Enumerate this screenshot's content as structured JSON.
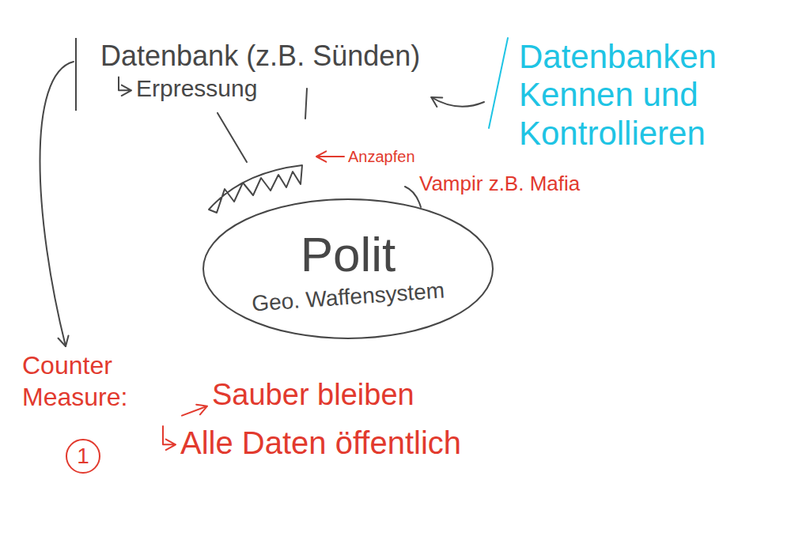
{
  "diagram": {
    "nodes": [
      {
        "text": [
          "Datenbank (z.B. Sünden)",
          "Erpressung"
        ]
      },
      {
        "text": [
          "Datenbanken Kennen und Kontrollieren"
        ]
      },
      {
        "text": [
          "Vampir z.B. Mafia"
        ]
      },
      {
        "text": [
          "Polit",
          "Geo. Waffensystem"
        ]
      },
      {
        "text": [
          "Counter Measure:",
          "Sauber bleiben",
          "Alle Daten öffentlich"
        ]
      }
    ],
    "edges": [
      {
        "from": 1,
        "to": 0,
        "arrow": "to"
      },
      {
        "from": 0,
        "to": 2,
        "arrow": "none"
      },
      {
        "from": 0,
        "to": 4,
        "arrow": "to"
      }
    ],
    "labels": [
      "Anzapfen",
      "1"
    ]
  }
}
